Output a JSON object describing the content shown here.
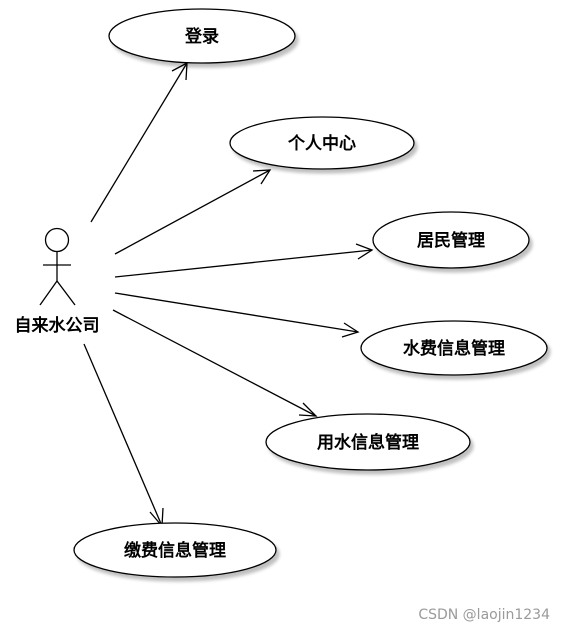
{
  "actor": {
    "label": "自来水公司"
  },
  "use_cases": [
    {
      "label": "登录"
    },
    {
      "label": "个人中心"
    },
    {
      "label": "居民管理"
    },
    {
      "label": "水费信息管理"
    },
    {
      "label": "用水信息管理"
    },
    {
      "label": "缴费信息管理"
    }
  ],
  "watermark": "CSDN @laojin1234"
}
